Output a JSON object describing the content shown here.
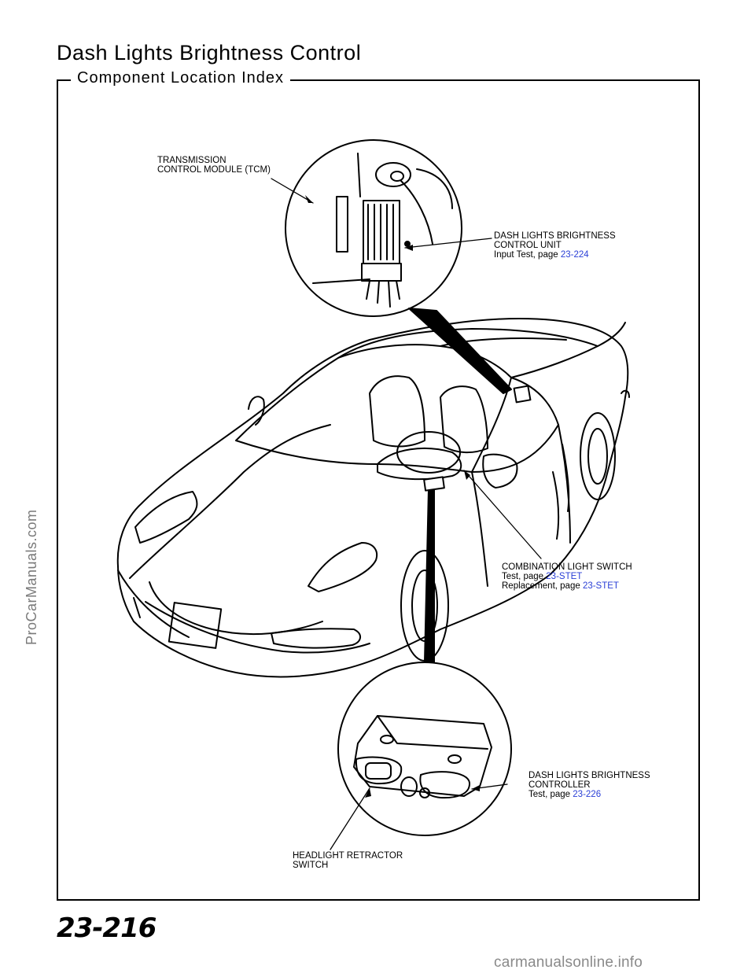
{
  "page": {
    "title": "Dash Lights Brightness Control",
    "section_label": "Component Location Index",
    "page_number": "23-216"
  },
  "callouts": {
    "tcm": {
      "line1": "TRANSMISSION",
      "line2": "CONTROL MODULE (TCM)"
    },
    "control_unit": {
      "line1": "DASH LIGHTS BRIGHTNESS",
      "line2": "CONTROL UNIT",
      "test_label": "Input Test, page",
      "test_ref": "23-224"
    },
    "combination_switch": {
      "line1": "COMBINATION LIGHT SWITCH",
      "test_label": "Test, page",
      "test_ref": "23-STET",
      "replacement_label": "Replacement, page",
      "replacement_ref": "23-STET"
    },
    "controller": {
      "line1": "DASH LIGHTS BRIGHTNESS",
      "line2": "CONTROLLER",
      "test_label": "Test, page",
      "test_ref": "23-226"
    },
    "headlight_switch": {
      "line1": "HEADLIGHT RETRACTOR",
      "line2": "SWITCH"
    }
  },
  "watermarks": {
    "side": "ProCarManuals.com",
    "footer": "carmanualsonline.info"
  },
  "colors": {
    "reference_link": "#2a3fd6",
    "line_art": "#000000",
    "watermark": "#8a8a8a"
  }
}
